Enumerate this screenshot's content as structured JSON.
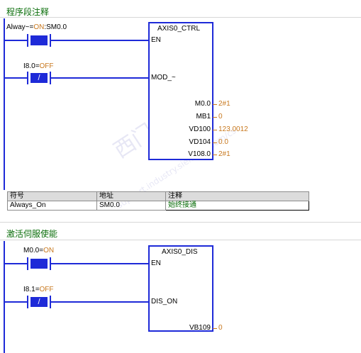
{
  "networks": [
    {
      "title": "程序段注释",
      "contacts": [
        {
          "name": "Alway~",
          "state": "ON",
          "address": "SM0.0",
          "type": "NO"
        },
        {
          "name": "I8.0",
          "state": "OFF",
          "address": "",
          "type": "NC",
          "symbol": "/"
        }
      ],
      "box": {
        "title": "AXIS0_CTRL",
        "inputs": [
          "EN",
          "MOD_~"
        ],
        "outputs": [
          {
            "name": "M0.0",
            "value": "2#1"
          },
          {
            "name": "MB1",
            "value": "0"
          },
          {
            "name": "VD100",
            "value": "123.0012"
          },
          {
            "name": "VD104",
            "value": "0.0"
          },
          {
            "name": "V108.0",
            "value": "2#1"
          }
        ]
      },
      "symbol_table": {
        "headers": [
          "符号",
          "地址",
          "注释"
        ],
        "rows": [
          [
            "Always_On",
            "SM0.0",
            "始终接通"
          ]
        ]
      }
    },
    {
      "title": "激活伺服使能",
      "contacts": [
        {
          "name": "M0.0",
          "state": "ON",
          "address": "",
          "type": "NO"
        },
        {
          "name": "I8.1",
          "state": "OFF",
          "address": "",
          "type": "NC",
          "symbol": "/"
        }
      ],
      "box": {
        "title": "AXIS0_DIS",
        "inputs": [
          "EN",
          "DIS_ON"
        ],
        "outputs": [
          {
            "name": "VB109",
            "value": "0"
          }
        ]
      }
    }
  ],
  "watermark": {
    "text": "西门子工业",
    "url": "support.industry.siemens.com/cs"
  },
  "colors": {
    "wire": "#1e2ad8",
    "value": "#c8781e",
    "title": "#0a6e0a"
  }
}
